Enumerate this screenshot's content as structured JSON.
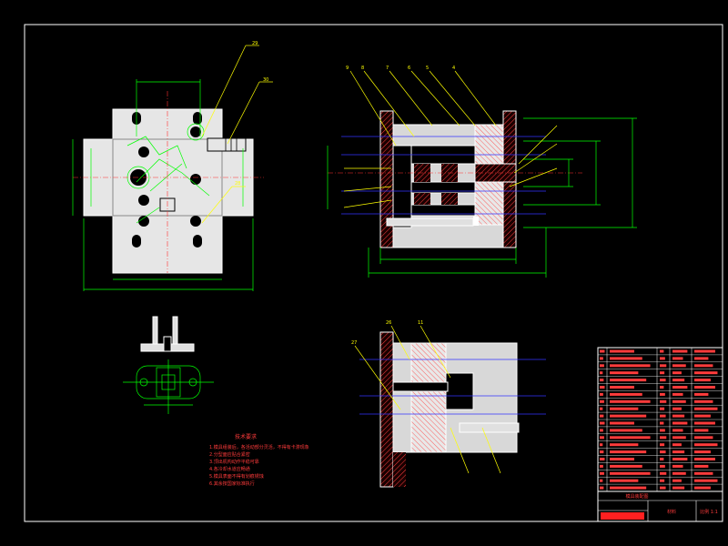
{
  "tech_notes": {
    "title": "技术要求",
    "lines": [
      "1.模具组装后，各活动部分灵活，不得有卡滞现象",
      "2.分型面应贴合紧密",
      "3.顶出机构动作平稳可靠",
      "4.各冷却水道应畅通",
      "5.模具表面不得有划痕锈蚀",
      "6.其余按国家标准执行"
    ]
  },
  "title_block": {
    "drawing_title": "模具装配图",
    "material": "材料",
    "scale": "比例 1:1"
  },
  "colors": {
    "background": "#000000",
    "frame": "#ffffff",
    "outline": "#ffffff",
    "dimension": "#00ff00",
    "center_line": "#ff3030",
    "hidden_line": "#ffff00",
    "hatch": "#ff4040",
    "cooling": "#3333ff",
    "leader": "#ffff00",
    "plate_fill": "#e8e8e8",
    "notes_text": "#ff3b3b",
    "table_text": "#ff3b3b"
  }
}
